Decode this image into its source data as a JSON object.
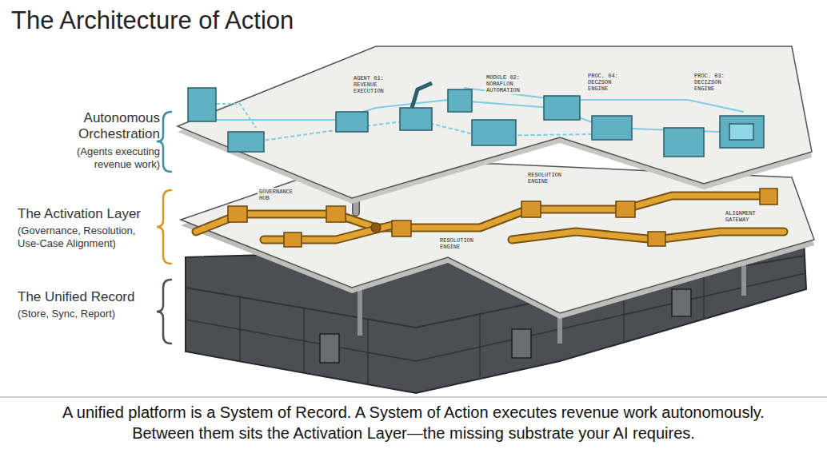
{
  "diagram": {
    "title": "The Architecture of Action",
    "caption": "A unified platform is a System of Record. A System of Action executes revenue work autonomously. Between them sits the Activation Layer—the missing substrate your AI requires.",
    "labels": [
      "Autonomous Orchestration",
      "(Agents executing revenue work)",
      "The Activation Layer",
      "(Governance, Resolution, Use-Case Alignment)",
      "The Unified Record",
      "(Store, Sync, Report)",
      "AGENT 01: REVENUE EXECUTION",
      "MODULE 02: NORAFLON AUTOMATION",
      "PROC. 04: DECZSON ENGINE",
      "PROC. 03: DECIZSON ENGINE",
      "GOVERNANCE HUB",
      "RESOLUTION ENGINE",
      "RESOLUTION ENGINE",
      "ALIGNMENT GATEWAY"
    ]
  }
}
